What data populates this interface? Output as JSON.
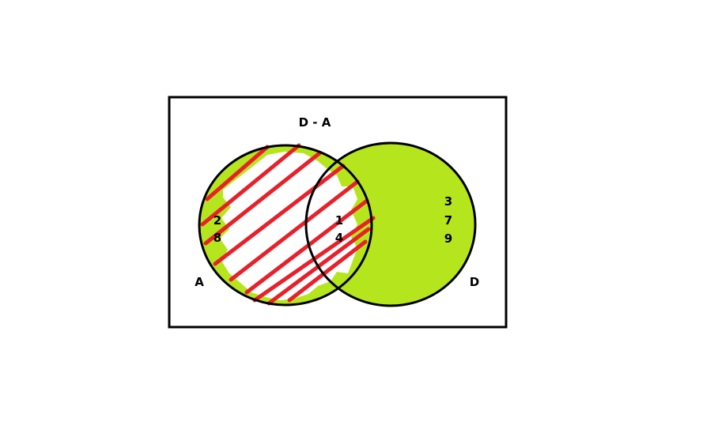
{
  "title": "D - A",
  "sets": [
    {
      "name": "A"
    },
    {
      "name": "D"
    }
  ],
  "regions": {
    "a_only": [
      "2",
      "8"
    ],
    "intersection": [
      "1",
      "4"
    ],
    "d_only": [
      "3",
      "7",
      "9"
    ]
  },
  "colors": {
    "fill": "#b5e61d",
    "hatch": "#e8202a",
    "stroke": "#000000",
    "background": "#ffffff"
  }
}
